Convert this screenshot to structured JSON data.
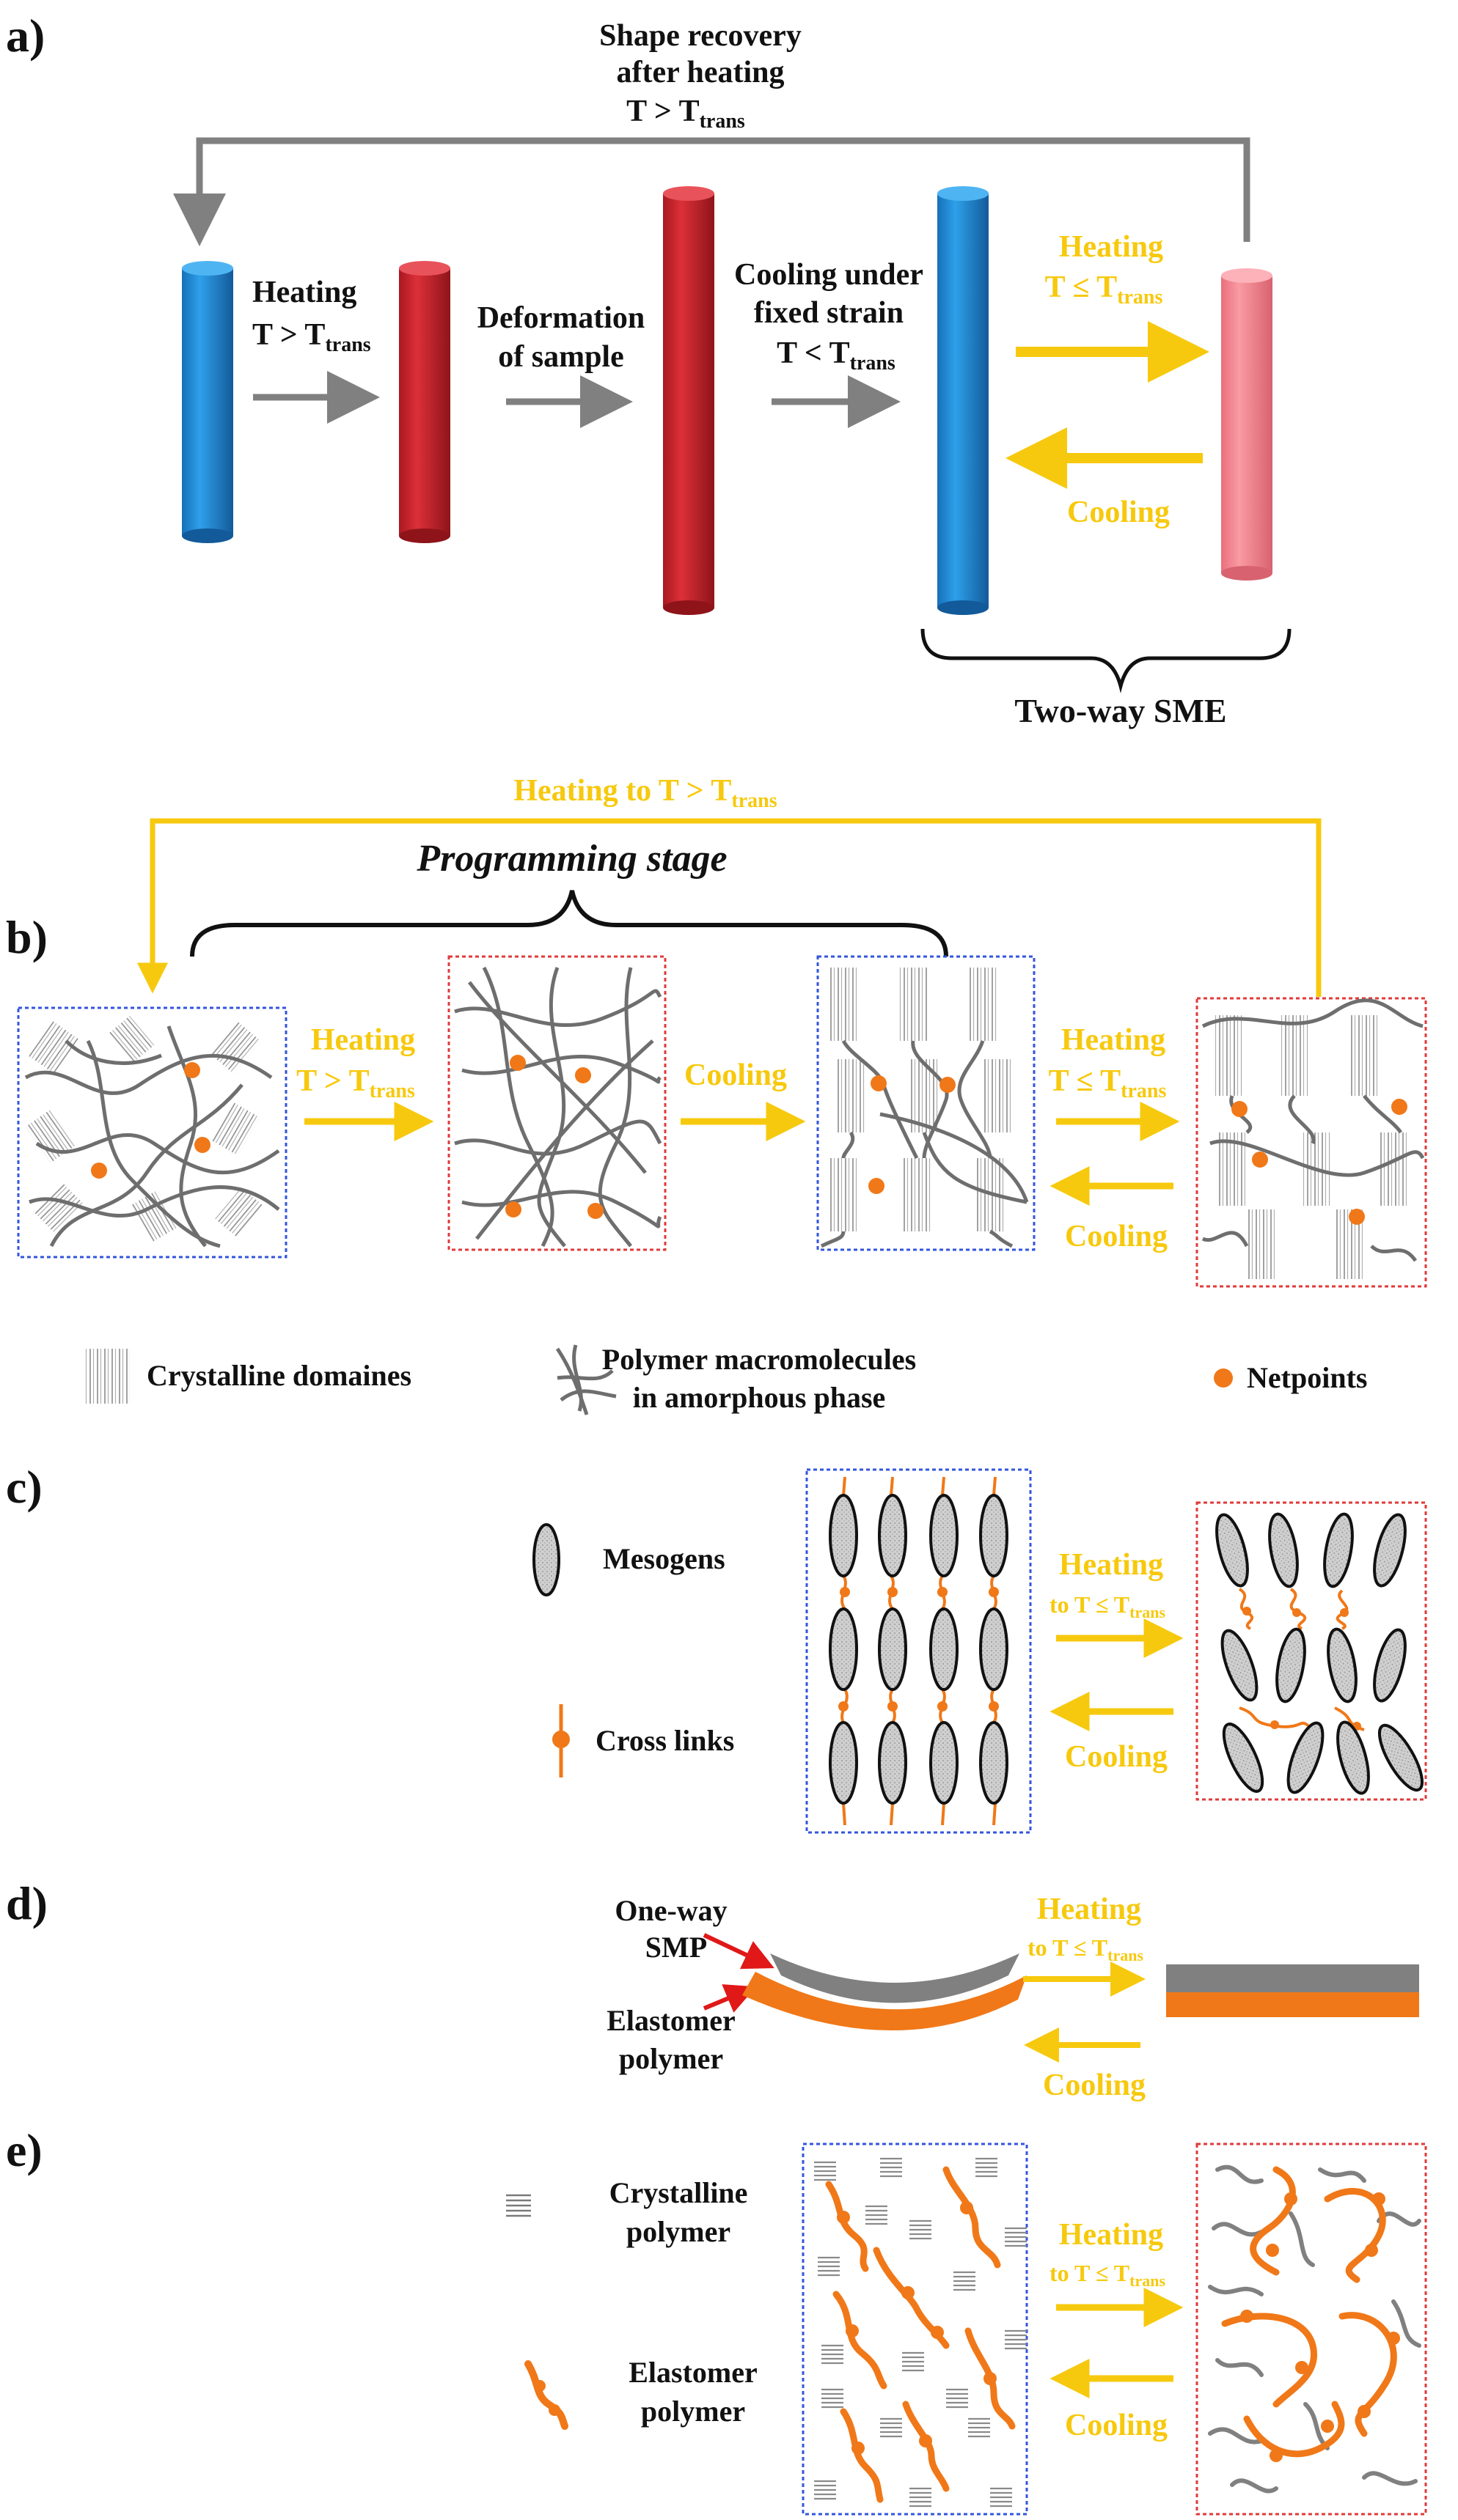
{
  "colors": {
    "yellow": "#f7c90e",
    "gray": "#808080",
    "orange": "#f07818",
    "blue_box": "#3355dd",
    "red_box": "#e03a3a",
    "cyl_blue": "#1e88d6",
    "cyl_red": "#c8202a",
    "cyl_pink": "#f2808a",
    "chain": "#6e6e6e"
  },
  "panels": {
    "a": "a)",
    "b": "b)",
    "c": "c)",
    "d": "d)",
    "e": "e)"
  },
  "a": {
    "recovery_line1": "Shape recovery",
    "recovery_line2": "after heating",
    "recovery_line3_main": "T > T",
    "recovery_line3_sub": "trans",
    "step1_line1": "Heating",
    "step1_line2_main": "T > T",
    "step1_line2_sub": "trans",
    "step2_line1": "Deformation",
    "step2_line2": "of sample",
    "step3_line1": "Cooling under",
    "step3_line2": "fixed strain",
    "step3_line3_main": "T < T",
    "step3_line3_sub": "trans",
    "twoway_heat_line1": "Heating",
    "twoway_heat_line2_main": "T ≤ T",
    "twoway_heat_line2_sub": "trans",
    "twoway_cool": "Cooling",
    "brace_label": "Two-way SME"
  },
  "b": {
    "top_main": "Heating to T > T",
    "top_sub": "trans",
    "programming": "Programming stage",
    "heat1_line1": "Heating",
    "heat1_line2_main": "T > T",
    "heat1_line2_sub": "trans",
    "cool1": "Cooling",
    "heat2_line1": "Heating",
    "heat2_line2_main": "T ≤ T",
    "heat2_line2_sub": "trans",
    "cool2": "Cooling",
    "legend_crystalline": "Crystalline domaines",
    "legend_polymer_line1": "Polymer macromolecules",
    "legend_polymer_line2": "in amorphous phase",
    "legend_netpoints": "Netpoints"
  },
  "c": {
    "mesogens": "Mesogens",
    "cross_links": "Cross links",
    "heat_line1": "Heating",
    "heat_line2_main": "to T ≤ T",
    "heat_line2_sub": "trans",
    "cool": "Cooling"
  },
  "d": {
    "smp_line1": "One-way",
    "smp_line2": "SMP",
    "elast_line1": "Elastomer",
    "elast_line2": "polymer",
    "heat_line1": "Heating",
    "heat_line2_main": "to T ≤ T",
    "heat_line2_sub": "trans",
    "cool": "Cooling"
  },
  "e": {
    "cryst_line1": "Crystalline",
    "cryst_line2": "polymer",
    "elast_line1": "Elastomer",
    "elast_line2": "polymer",
    "heat_line1": "Heating",
    "heat_line2_main": "to T ≤ T",
    "heat_line2_sub": "trans",
    "cool": "Cooling"
  }
}
